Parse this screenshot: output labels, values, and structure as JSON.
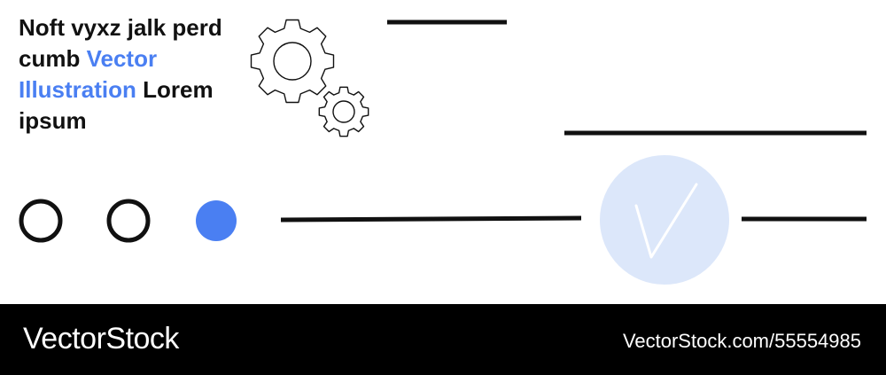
{
  "headline": {
    "part1": "Noft vyxz jalk perd cumb ",
    "accent": "Vector Illustration",
    "part2": " Lorem ipsum"
  },
  "colors": {
    "accent": "#4a7ff2",
    "check_circle": "#dce7fa",
    "ink": "#111111",
    "footer_bg": "#000000"
  },
  "icons": [
    "gear-icon",
    "gear-small-icon",
    "checkmark-icon"
  ],
  "steps": [
    {
      "state": "empty"
    },
    {
      "state": "empty"
    },
    {
      "state": "filled"
    }
  ],
  "footer": {
    "brand": "VectorStock",
    "source": "VectorStock.com/55554985"
  }
}
